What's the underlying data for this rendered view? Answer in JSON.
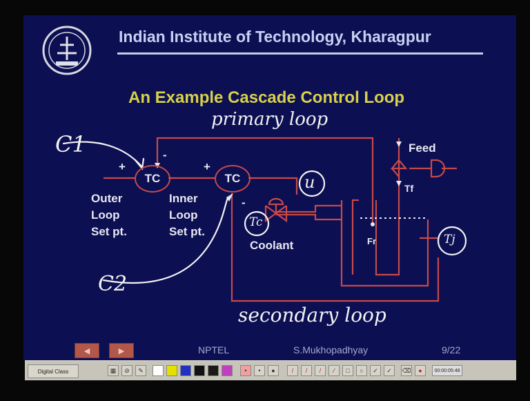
{
  "header": {
    "title": "Indian Institute of Technology, Kharagpur",
    "subtitle": "An Example Cascade Control Loop"
  },
  "diagram": {
    "controller_primary": "TC",
    "controller_secondary": "TC",
    "sign_plus_1": "+",
    "sign_minus_1": "-",
    "sign_plus_2": "+",
    "sign_minus_2": "-",
    "outer_label": [
      "Outer",
      "Loop",
      "Set pt."
    ],
    "inner_label": [
      "Inner",
      "Loop",
      "Set pt."
    ],
    "coolant_label": "Coolant",
    "feed_label": "Feed",
    "tf_label": "Tf",
    "fr_label": "Fr",
    "handwritten": {
      "primary_loop": "primary loop",
      "secondary_loop": "secondary loop",
      "c1": "C1",
      "c2": "C2",
      "u": "u",
      "tc_circle": "Tc",
      "tj_circle": "Tj"
    }
  },
  "footer": {
    "left_text": "NPTEL",
    "author": "S.Mukhopadhyay",
    "page": "9/22"
  },
  "toolbar": {
    "start_label": "Digital Class",
    "clock": "00:00:05:48"
  },
  "colors": {
    "slide_bg": "#0c0f52",
    "subtitle": "#d8d24a",
    "line": "#c84a4a",
    "text": "#e8e8f0"
  }
}
